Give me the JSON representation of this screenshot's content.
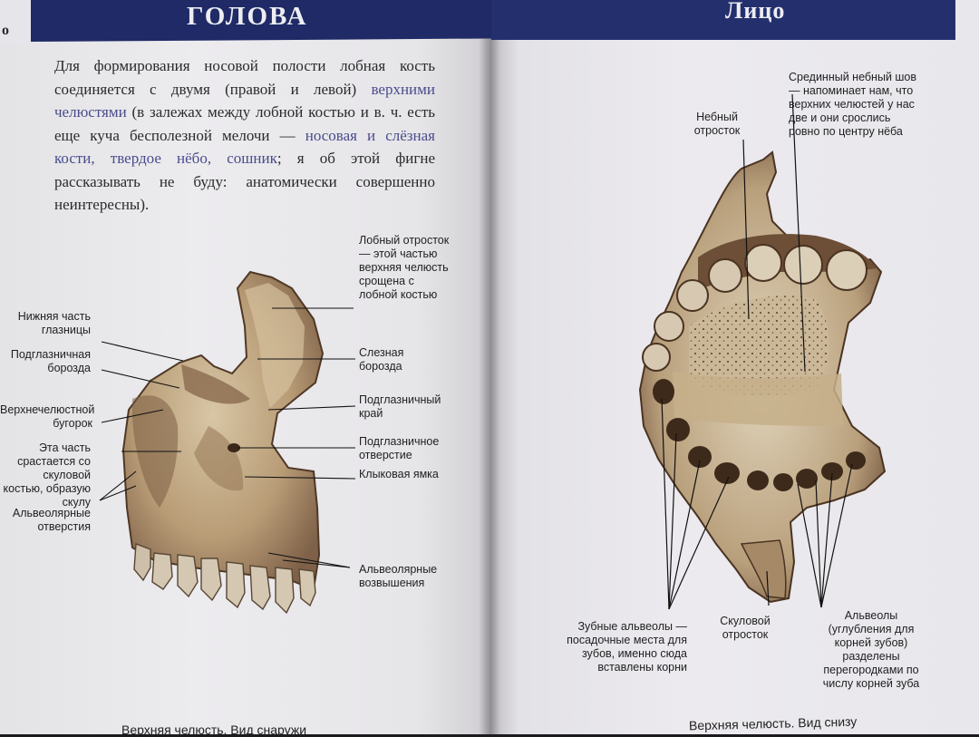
{
  "header": {
    "page_number_left": "о",
    "left_title": "ГОЛОВА",
    "right_title": "Лицо"
  },
  "intro_paragraph": {
    "part1": "Для формирования носовой полости лобная кость соединяется с двумя (правой и левой) ",
    "term1": "верхними челюстями",
    "part2": " (в залежах между лобной костью и в. ч. есть еще куча бесполезной мелочи — ",
    "term2": "носовая и слёзная кости, твердое нёбо, сошник",
    "part3": "; я об этой фигне рассказывать не буду: анатомически совершенно неинтересны)."
  },
  "left_figure": {
    "labels": {
      "lower_orbit": "Нижняя часть глазницы",
      "infraorbital_groove": "Подглазничная борозда",
      "maxillary_tuber": "Верхнечелюстной бугорок",
      "zygomatic_part": "Эта часть срастается со скуловой костью, образую скулу",
      "alveolar_foramina": "Альвеолярные отверстия",
      "frontal_process": "Лобный отросток — этой частью верхняя челюсть срощена с лобной костью",
      "lacrimal_groove": "Слезная борозда",
      "infraorbital_margin": "Подглазничный край",
      "infraorbital_foramen": "Подглазничное отверстие",
      "canine_fossa": "Клыковая ямка",
      "alveolar_yokes": "Альвеолярные возвышения"
    },
    "caption": "Верхняя челюсть. Вид снаружи"
  },
  "right_figure": {
    "labels": {
      "palatine_process": "Небный отросток",
      "median_suture": "Срединный небный шов — напоминает нам, что верхних челюстей у нас две и они срослись ровно по центру нёба",
      "dental_alveoli": "Зубные альвеолы — посадочные места для зубов, именно сюда вставлены корни",
      "zygomatic_process": "Скуловой отросток",
      "alveoli_septa": "Альвеолы (углубления для корней зубов) разделены перегородками по числу корней зуба"
    },
    "caption": "Верхняя челюсть. Вид снизу"
  },
  "colors": {
    "header_band": "#1f2a66",
    "bone": "#b59a76",
    "bone_dark": "#5e4330",
    "term_text": "#4a4b8c"
  }
}
